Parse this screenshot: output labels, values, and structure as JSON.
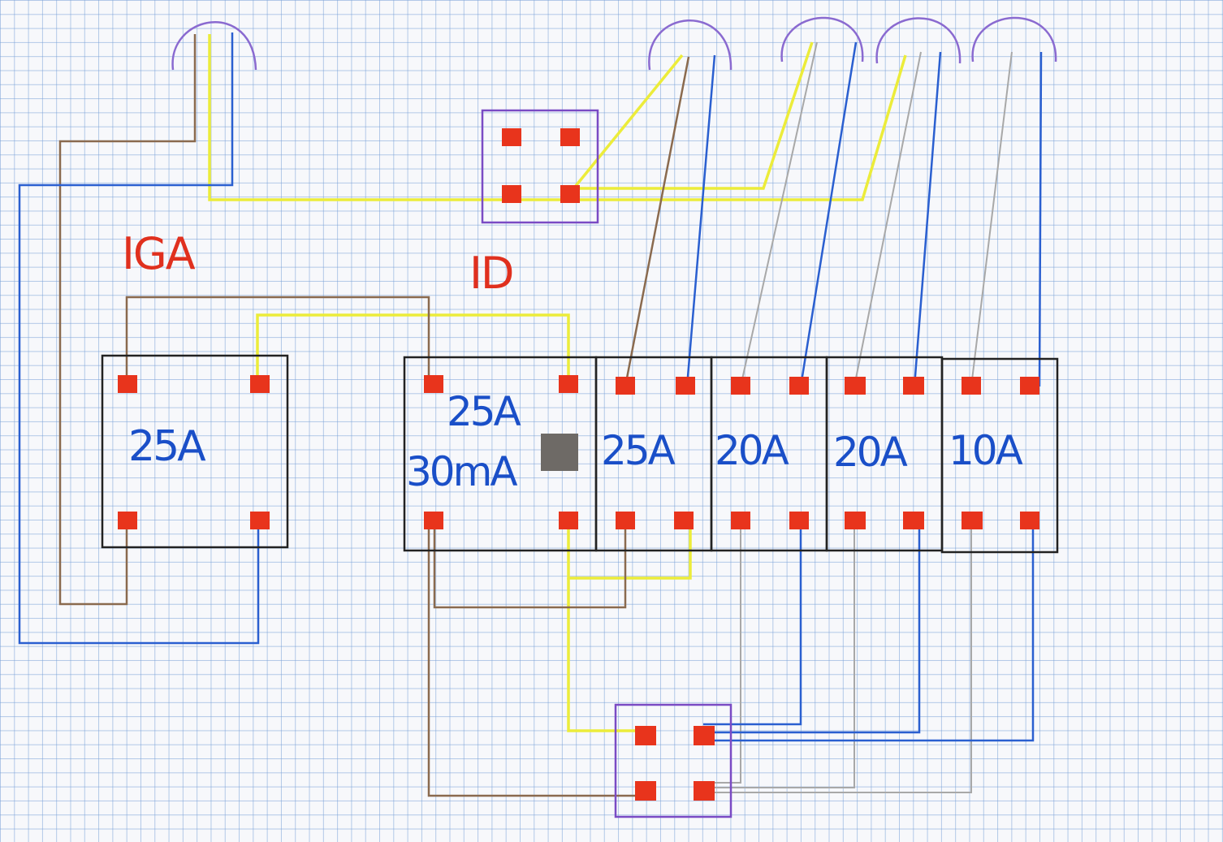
{
  "labels": {
    "iga": "IGA",
    "id": "ID",
    "breaker_main": "25A",
    "breaker_diff_rating": "25A",
    "breaker_diff_sensitivity": "30mA",
    "breaker_1": "25A",
    "breaker_2": "20A",
    "breaker_3": "20A",
    "breaker_4": "10A"
  },
  "colors": {
    "phase": "#8a6a4e",
    "neutral": "#2a5fd0",
    "earth": "#ecec3a",
    "grey_wire": "#a8a8a8",
    "terminal": "#e8341c",
    "box_outline": "#222222",
    "junction_outline": "#7a4bc4",
    "arc": "#8a6ad0",
    "text_red": "#e0301e",
    "text_blue": "#1a4fc8"
  }
}
